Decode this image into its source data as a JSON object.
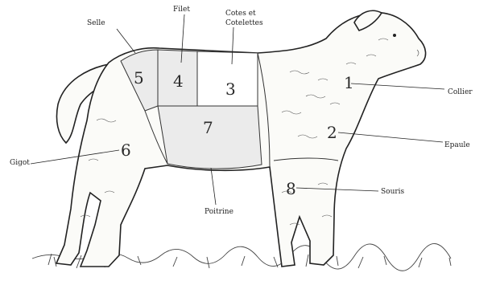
{
  "diagram": {
    "cuts": [
      {
        "id": "collier",
        "number": "1",
        "name": "Collier"
      },
      {
        "id": "epaule",
        "number": "2",
        "name": "Epaule"
      },
      {
        "id": "cotes",
        "number": "3",
        "name": "Cotes et Cotelettes",
        "name_lines": [
          "Cotes et",
          "Cotelettes"
        ]
      },
      {
        "id": "filet",
        "number": "4",
        "name": "Filet"
      },
      {
        "id": "selle",
        "number": "5",
        "name": "Selle"
      },
      {
        "id": "gigot",
        "number": "6",
        "name": "Gigot"
      },
      {
        "id": "poitrine",
        "number": "7",
        "name": "Poitrine"
      },
      {
        "id": "souris",
        "number": "8",
        "name": "Souris"
      }
    ],
    "colors": {
      "highlight": "#ebebeb",
      "ink": "#1e1e1e",
      "paper": "#ffffff"
    }
  }
}
